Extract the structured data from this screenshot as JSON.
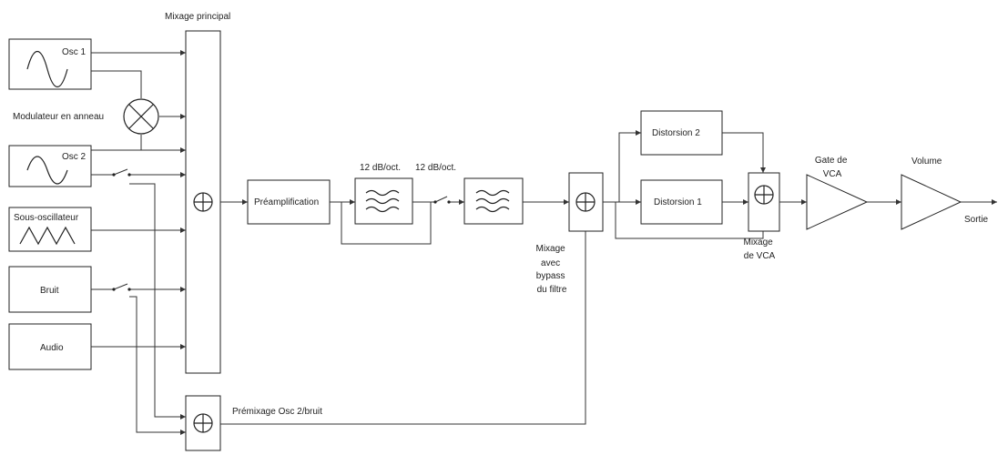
{
  "labels": {
    "main_mix": "Mixage principal",
    "osc1": "Osc 1",
    "osc2": "Osc 2",
    "ring_mod": "Modulateur en anneau",
    "sub_osc": "Sous-oscillateur",
    "noise": "Bruit",
    "audio": "Audio",
    "preamp": "Préamplification",
    "filter1": "12 dB/oct.",
    "filter2": "12 dB/oct.",
    "bypass_mix": [
      "Mixage",
      "avec",
      "bypass",
      "du filtre"
    ],
    "premix": "Prémixage Osc 2/bruit",
    "distortion1": "Distorsion 1",
    "distortion2": "Distorsion 2",
    "vca_mix": [
      "Mixage",
      "de VCA"
    ],
    "vca_gate": [
      "Gate de",
      "VCA"
    ],
    "volume": "Volume",
    "output": "Sortie"
  },
  "colors": {
    "stroke": "#222222",
    "background": "#ffffff"
  },
  "icons": {
    "oscillator_wave": "sine-wave-icon",
    "sub_oscillator_wave": "triangle-wave-icon",
    "filter": "filter-wave-icon",
    "mixer": "circle-plus-icon",
    "ring_modulator": "circle-x-icon",
    "amplifier": "triangle-amp-icon",
    "switch": "switch-icon"
  }
}
